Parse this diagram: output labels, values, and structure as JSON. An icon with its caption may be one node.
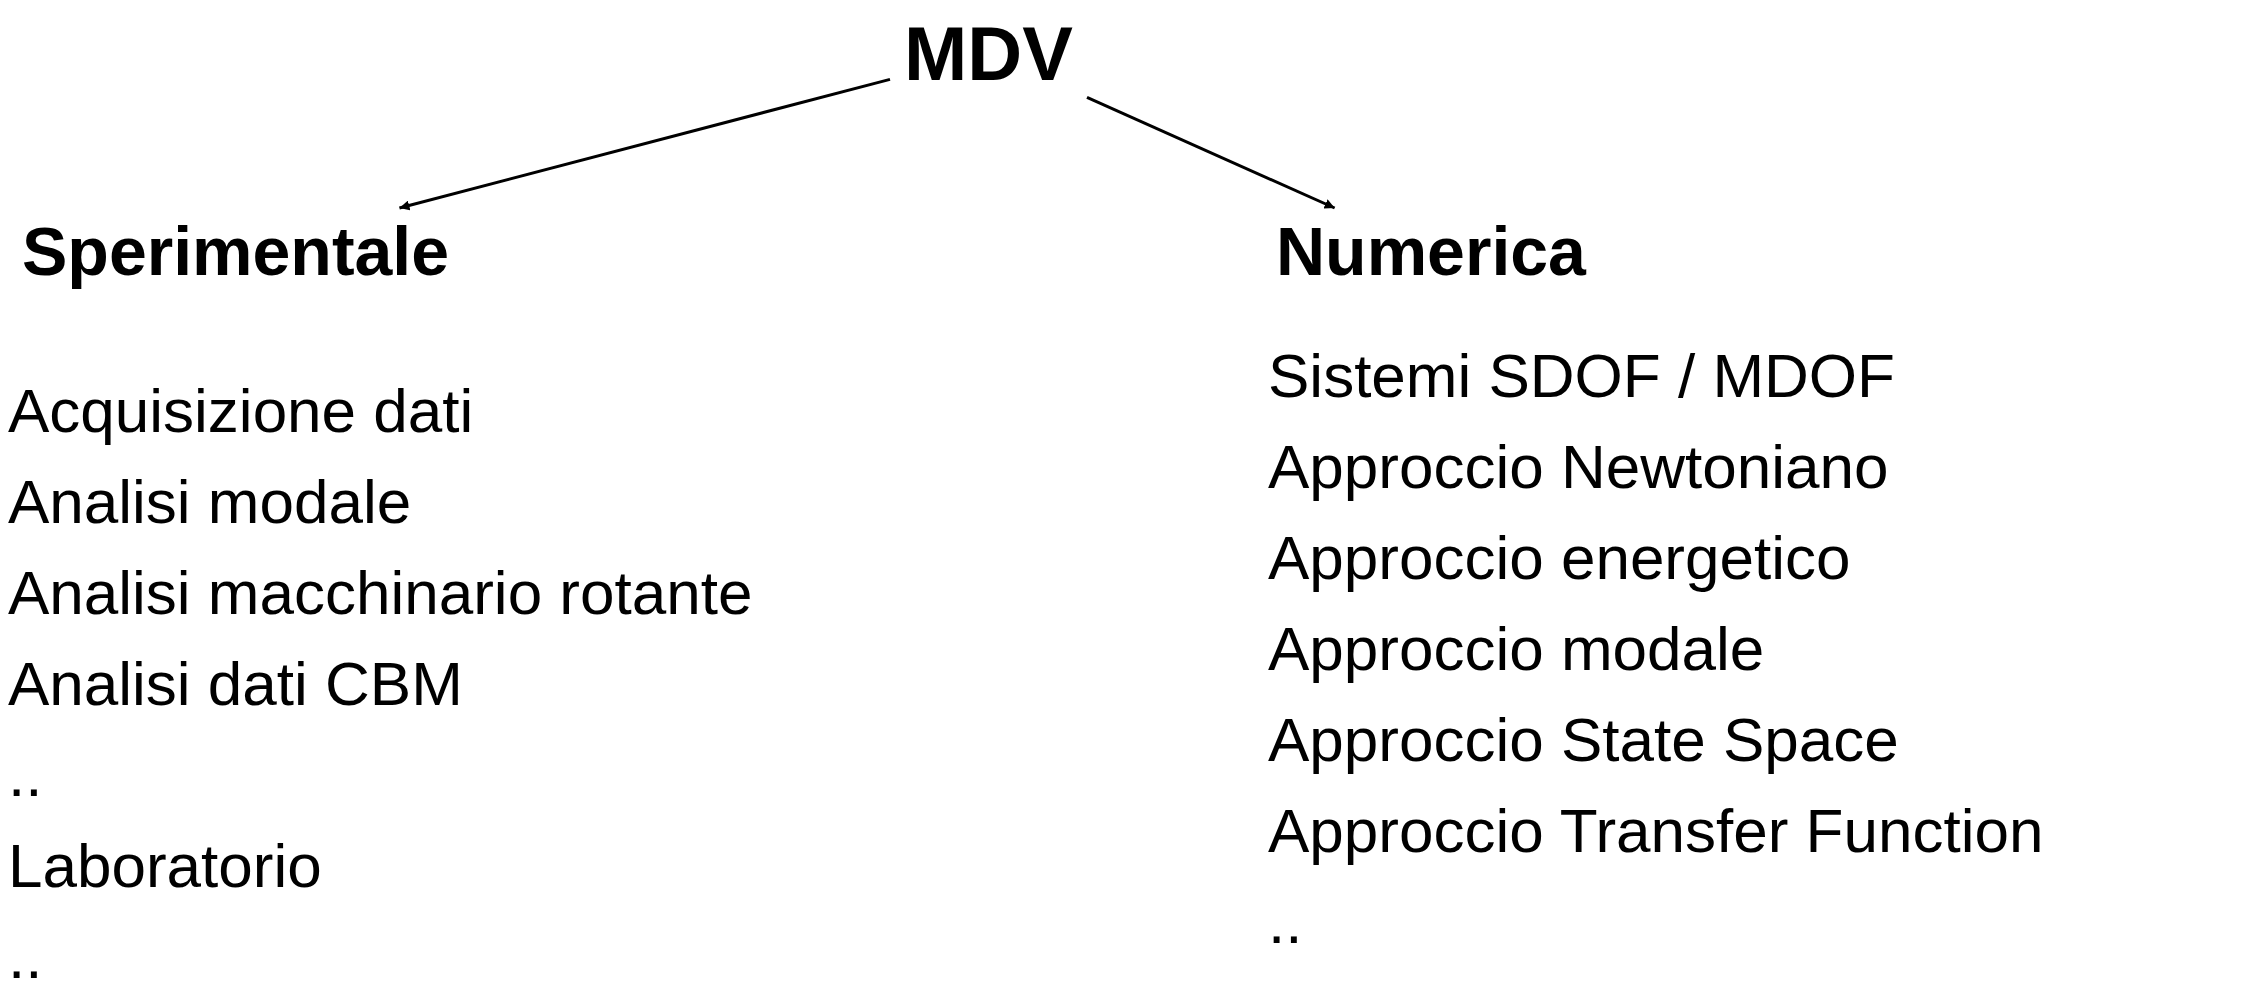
{
  "diagram": {
    "nodes": [
      {
        "text": [
          "MDV"
        ]
      },
      {
        "text": [
          "Sperimentale"
        ],
        "beside": [
          "Acquisizione dati",
          "Analisi modale",
          "Analisi macchinario rotante",
          "Analisi dati CBM",
          "..",
          "Laboratorio",
          ".."
        ]
      },
      {
        "text": [
          "Numerica"
        ],
        "beside": [
          "Sistemi SDOF / MDOF",
          "Approccio Newtoniano",
          "Approccio energetico",
          "Approccio modale",
          "Approccio State Space",
          "Approccio Transfer Function",
          ".."
        ]
      }
    ],
    "edges": [
      {
        "from": 0,
        "to": 1,
        "arrow": "to"
      },
      {
        "from": 0,
        "to": 2,
        "arrow": "to"
      }
    ]
  }
}
